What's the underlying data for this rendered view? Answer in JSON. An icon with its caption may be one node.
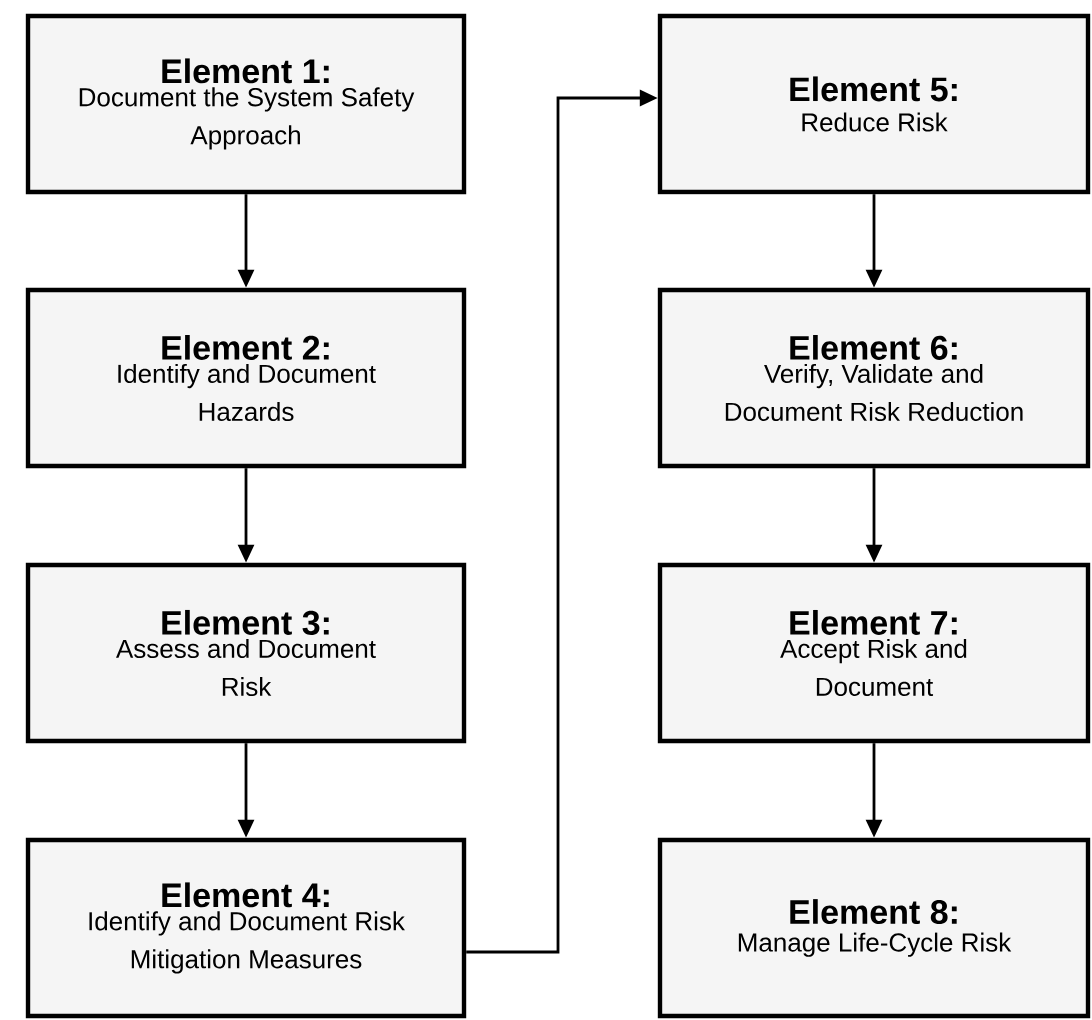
{
  "diagram": {
    "nodes": [
      {
        "text": [
          "Element 1:",
          "Document the System Safety Approach"
        ]
      },
      {
        "text": [
          "Element 2:",
          "Identify and Document Hazards"
        ]
      },
      {
        "text": [
          "Element 3:",
          "Assess and Document Risk"
        ]
      },
      {
        "text": [
          "Element 4:",
          "Identify and Document Risk Mitigation Measures"
        ]
      },
      {
        "text": [
          "Element 5:",
          "Reduce Risk"
        ]
      },
      {
        "text": [
          "Element 6:",
          "Verify, Validate and Document Risk Reduction"
        ]
      },
      {
        "text": [
          "Element 7:",
          "Accept Risk and Document"
        ]
      },
      {
        "text": [
          "Element 8:",
          "Manage Life-Cycle Risk"
        ]
      }
    ],
    "edges": [
      {
        "from": 0,
        "to": 1,
        "arrow": "to"
      },
      {
        "from": 1,
        "to": 2,
        "arrow": "to"
      },
      {
        "from": 2,
        "to": 3,
        "arrow": "to"
      },
      {
        "from": 3,
        "to": 4,
        "arrow": "to"
      },
      {
        "from": 4,
        "to": 5,
        "arrow": "to"
      },
      {
        "from": 5,
        "to": 6,
        "arrow": "to"
      },
      {
        "from": 6,
        "to": 7,
        "arrow": "to"
      }
    ]
  }
}
